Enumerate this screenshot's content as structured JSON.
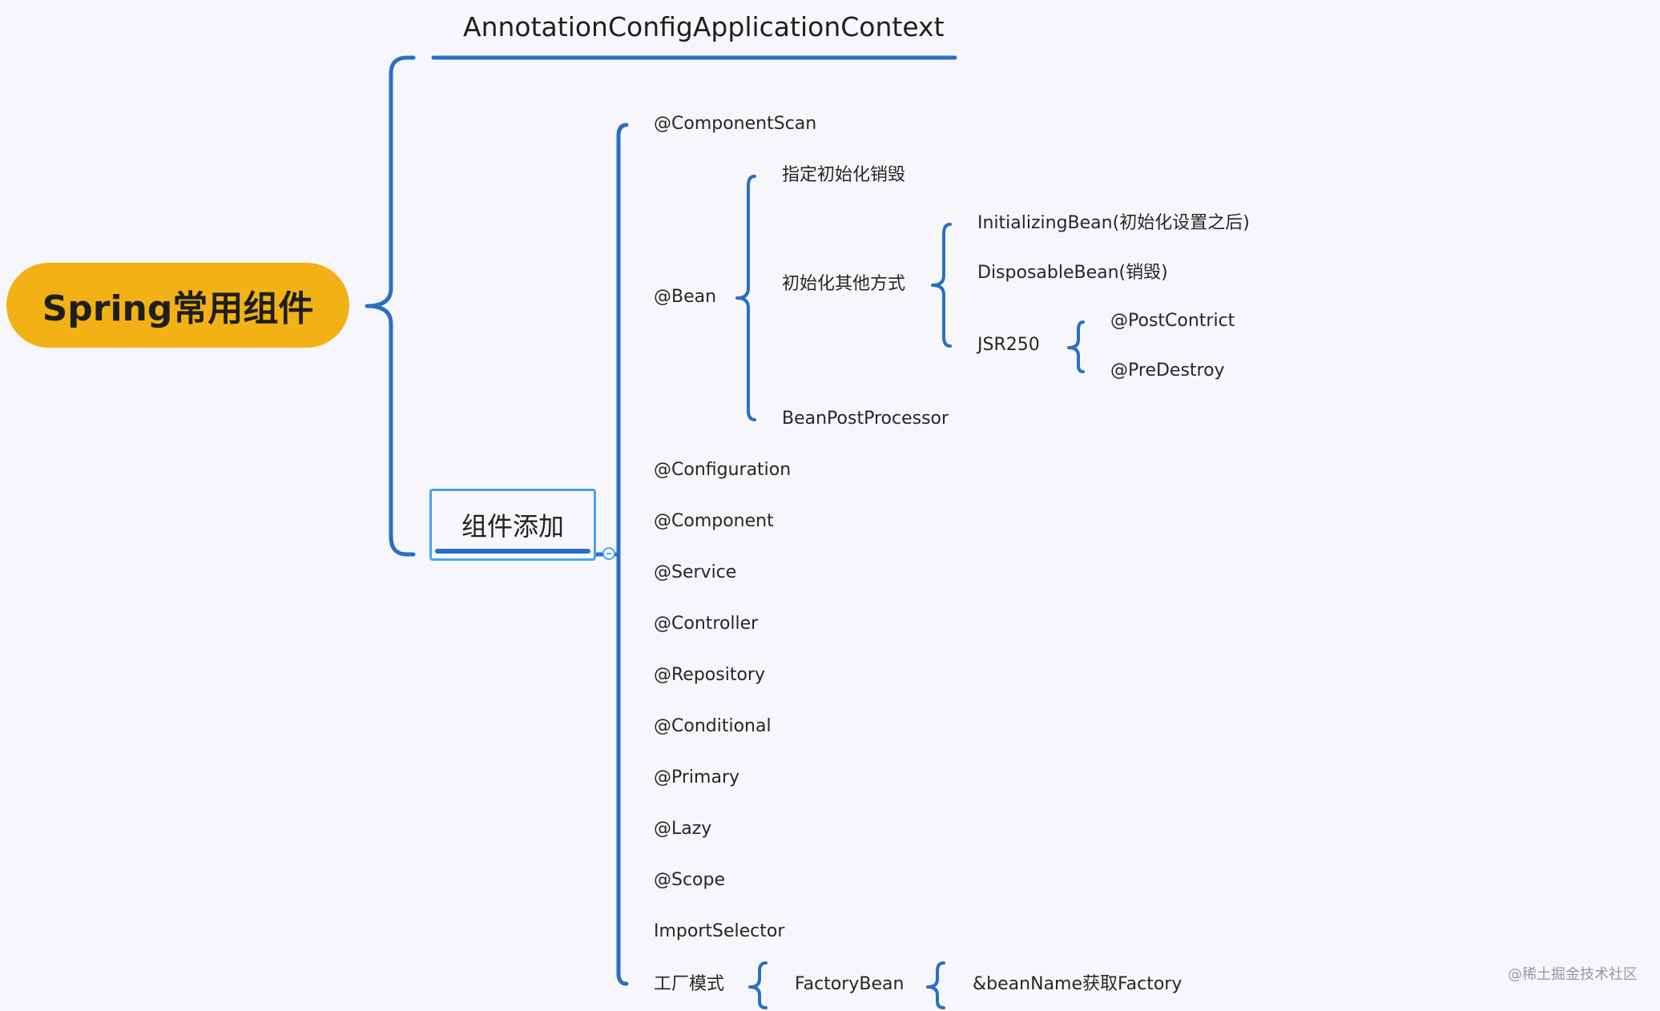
{
  "root": {
    "label": "Spring常用组件"
  },
  "context": {
    "label": "AnnotationConfigApplicationContext"
  },
  "component_add": {
    "label": "组件添加",
    "children": {
      "component_scan": "@ComponentScan",
      "bean": {
        "label": "@Bean",
        "specify_init_destroy": "指定初始化销毁",
        "other_init": {
          "label": "初始化其他方式",
          "initializing_bean": "InitializingBean(初始化设置之后)",
          "disposable_bean": "DisposableBean(销毁)",
          "jsr250": {
            "label": "JSR250",
            "post_contrict": "@PostContrict",
            "pre_destroy": "@PreDestroy"
          }
        },
        "bean_post_processor": "BeanPostProcessor"
      },
      "configuration": "@Configuration",
      "component": "@Component",
      "service": "@Service",
      "controller": "@Controller",
      "repository": "@Repository",
      "conditional": "@Conditional",
      "primary": "@Primary",
      "lazy": "@Lazy",
      "scope": "@Scope",
      "import_selector": "ImportSelector",
      "factory_mode": {
        "label": "工厂模式",
        "factory_bean": {
          "label": "FactoryBean",
          "bean_name": "&beanName获取Factory"
        }
      }
    }
  },
  "watermark": "@稀土掘金技术社区",
  "colors": {
    "root_fill": "#f2b215",
    "connector": "#2b6fc4",
    "box_border": "#4aa3f0",
    "background": "#f7f7fb"
  }
}
